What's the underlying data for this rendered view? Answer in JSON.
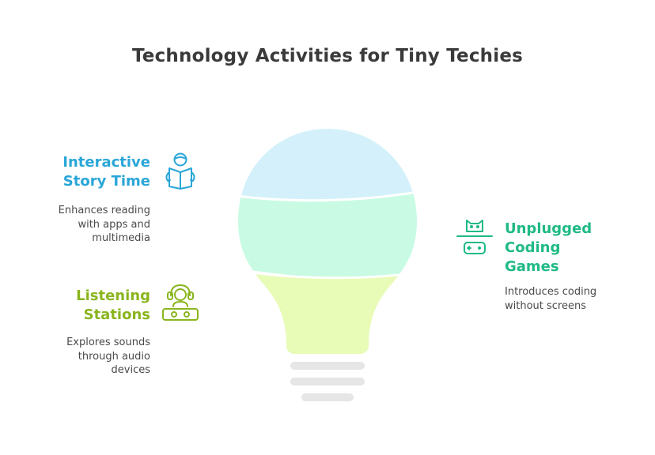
{
  "title": "Technology Activities for Tiny Techies",
  "items": [
    {
      "heading": "Interactive Story Time",
      "description": "Enhances reading with apps and multimedia",
      "icon": "reading-child-icon",
      "color": "#2aa6d8"
    },
    {
      "heading": "Listening Stations",
      "description": "Explores sounds through audio devices",
      "icon": "headphones-icon",
      "color": "#8ab51e"
    },
    {
      "heading": "Unplugged Coding Games",
      "description": "Introduces coding without screens",
      "icon": "robot-gamepad-icon",
      "color": "#1fba84"
    }
  ],
  "colors": {
    "bulb_top": "#d4f1fb",
    "bulb_middle": "#c9fbe4",
    "bulb_bottom": "#e8fbb7",
    "bulb_base": "#e6e6e6"
  }
}
